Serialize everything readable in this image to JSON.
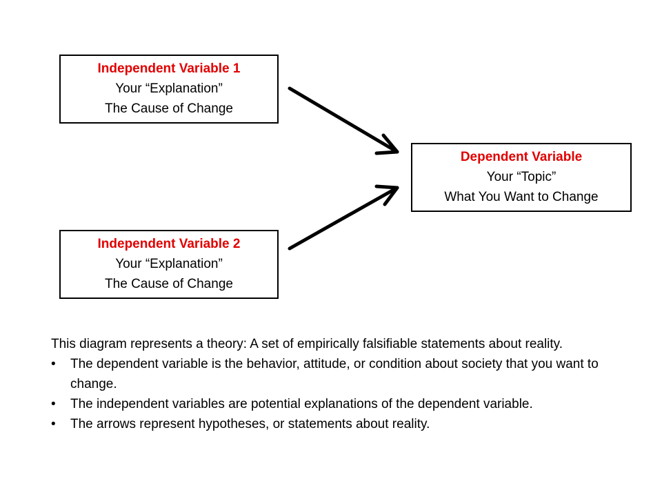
{
  "diagram": {
    "independent_variable_1": {
      "title": "Independent Variable 1",
      "line1": "Your “Explanation”",
      "line2": "The Cause of Change"
    },
    "independent_variable_2": {
      "title": "Independent Variable 2",
      "line1": "Your “Explanation”",
      "line2": "The Cause of Change"
    },
    "dependent_variable": {
      "title": "Dependent Variable",
      "line1": "Your “Topic”",
      "line2": "What You Want to Change"
    },
    "title_color": "#e00000",
    "arrow_color": "#000000"
  },
  "description": {
    "intro": "This diagram represents a theory: A set of empirically falsifiable statements about reality.",
    "bullet_symbol": "•",
    "bullets": [
      "The dependent variable is the behavior, attitude, or condition about society that you want to change.",
      "The independent variables are potential explanations of the dependent variable.",
      "The arrows represent hypotheses, or statements about reality."
    ]
  }
}
